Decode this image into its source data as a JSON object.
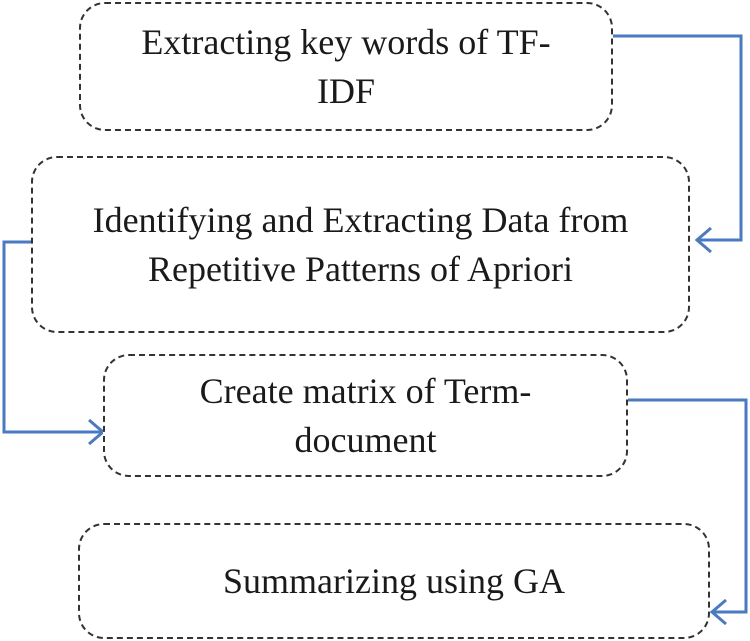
{
  "diagram": {
    "steps": [
      {
        "id": "step1",
        "lines": [
          "Extracting key words of TF-",
          "IDF"
        ]
      },
      {
        "id": "step2",
        "lines": [
          "Identifying and Extracting Data from",
          "Repetitive Patterns of Apriori"
        ]
      },
      {
        "id": "step3",
        "lines": [
          "Create matrix of Term-",
          "document"
        ]
      },
      {
        "id": "step4",
        "lines": [
          "Summarizing using GA"
        ]
      }
    ],
    "colors": {
      "connector": "#4a7ac0",
      "border": "#333333",
      "text": "#1a1a1a"
    }
  }
}
